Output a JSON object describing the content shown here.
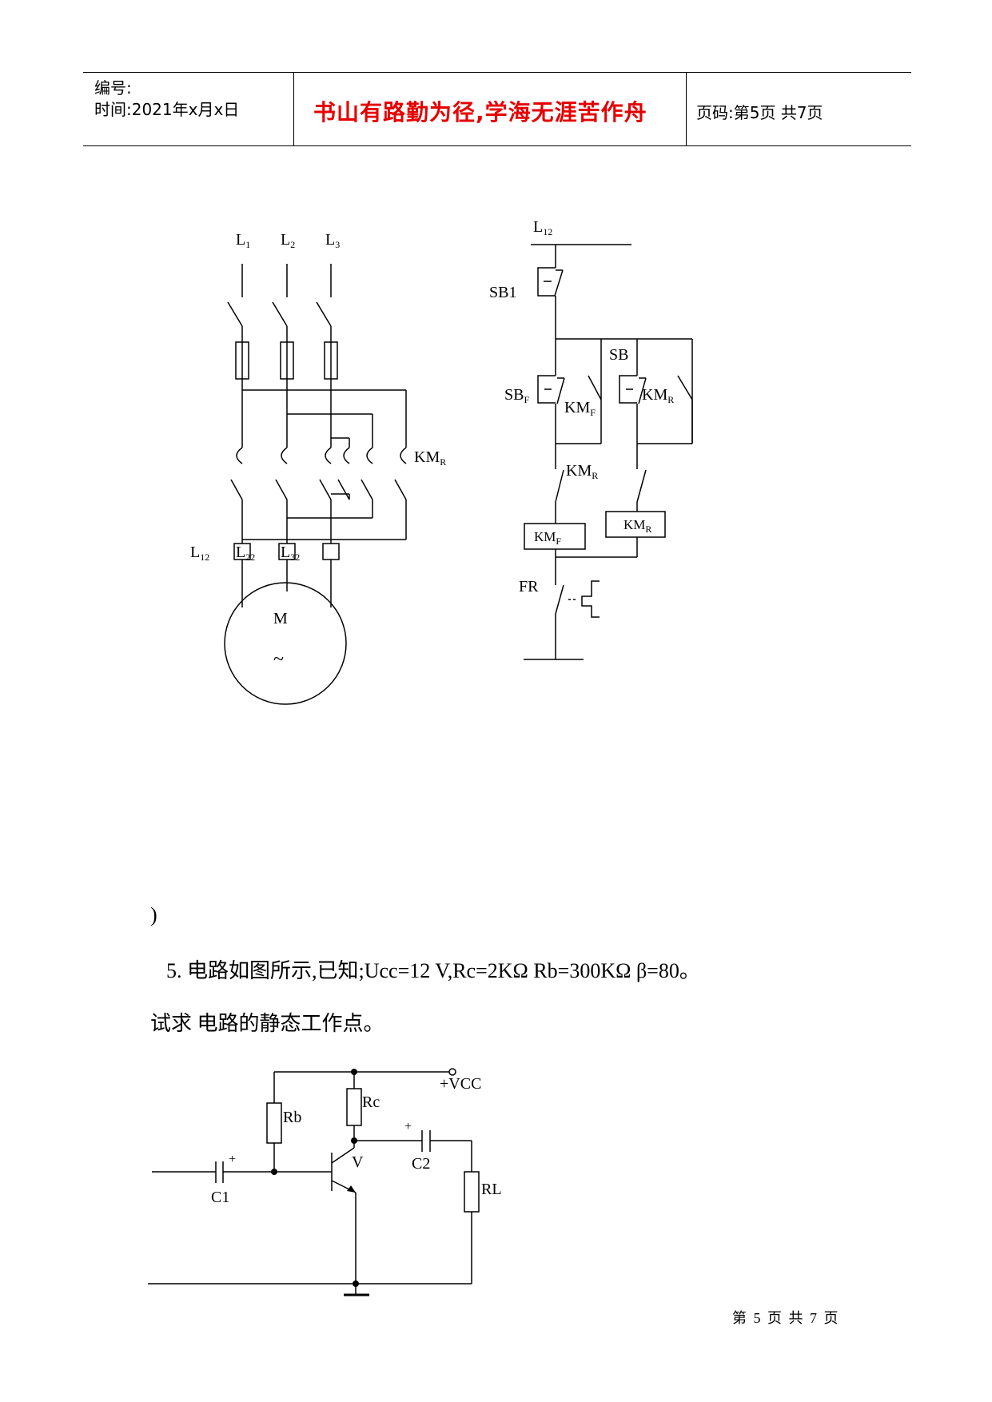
{
  "header": {
    "number_label": "编号:",
    "time_label": "时间:2021年x月x日",
    "motto": "书山有路勤为径,学海无涯苦作舟",
    "page_label": "页码:第5页 共7页"
  },
  "motor_circuit": {
    "lines": [
      {
        "base": "L",
        "sub": "1"
      },
      {
        "base": "L",
        "sub": "2"
      },
      {
        "base": "L",
        "sub": "3"
      }
    ],
    "contactor_reverse": {
      "base": "KM",
      "sub": "R"
    },
    "terminals": [
      {
        "base": "L",
        "sub": "12"
      },
      {
        "base": "L",
        "sub": "22"
      },
      {
        "base": "L",
        "sub": "32"
      }
    ],
    "motor_label": "M",
    "motor_symbol": "~"
  },
  "control_circuit": {
    "supply": {
      "base": "L",
      "sub": "12"
    },
    "stop_button": "SB1",
    "sb_label": "SB",
    "forward_button": {
      "base": "SB",
      "sub": "F"
    },
    "km_f_contact": {
      "base": "KM",
      "sub": "F"
    },
    "km_r_contact": {
      "base": "KM",
      "sub": "R"
    },
    "km_r_interlock": {
      "base": "KM",
      "sub": "R"
    },
    "coil_f": {
      "base": "KM",
      "sub": "F"
    },
    "coil_r": {
      "base": "KM",
      "sub": "R"
    },
    "overload": "FR"
  },
  "paren": ")",
  "question": {
    "line1": "5. 电路如图所示,已知;Ucc=12 V,Rc=2KΩ Rb=300KΩ β=80。",
    "line2": "试求 电路的静态工作点。"
  },
  "amp_circuit": {
    "vcc": "+VCC",
    "rb": "Rb",
    "rc": "Rc",
    "transistor": "V",
    "c1": "C1",
    "c2": "C2",
    "rl": "RL",
    "plus": "+"
  },
  "footer": {
    "page_text": "第 5 页 共 7 页"
  }
}
